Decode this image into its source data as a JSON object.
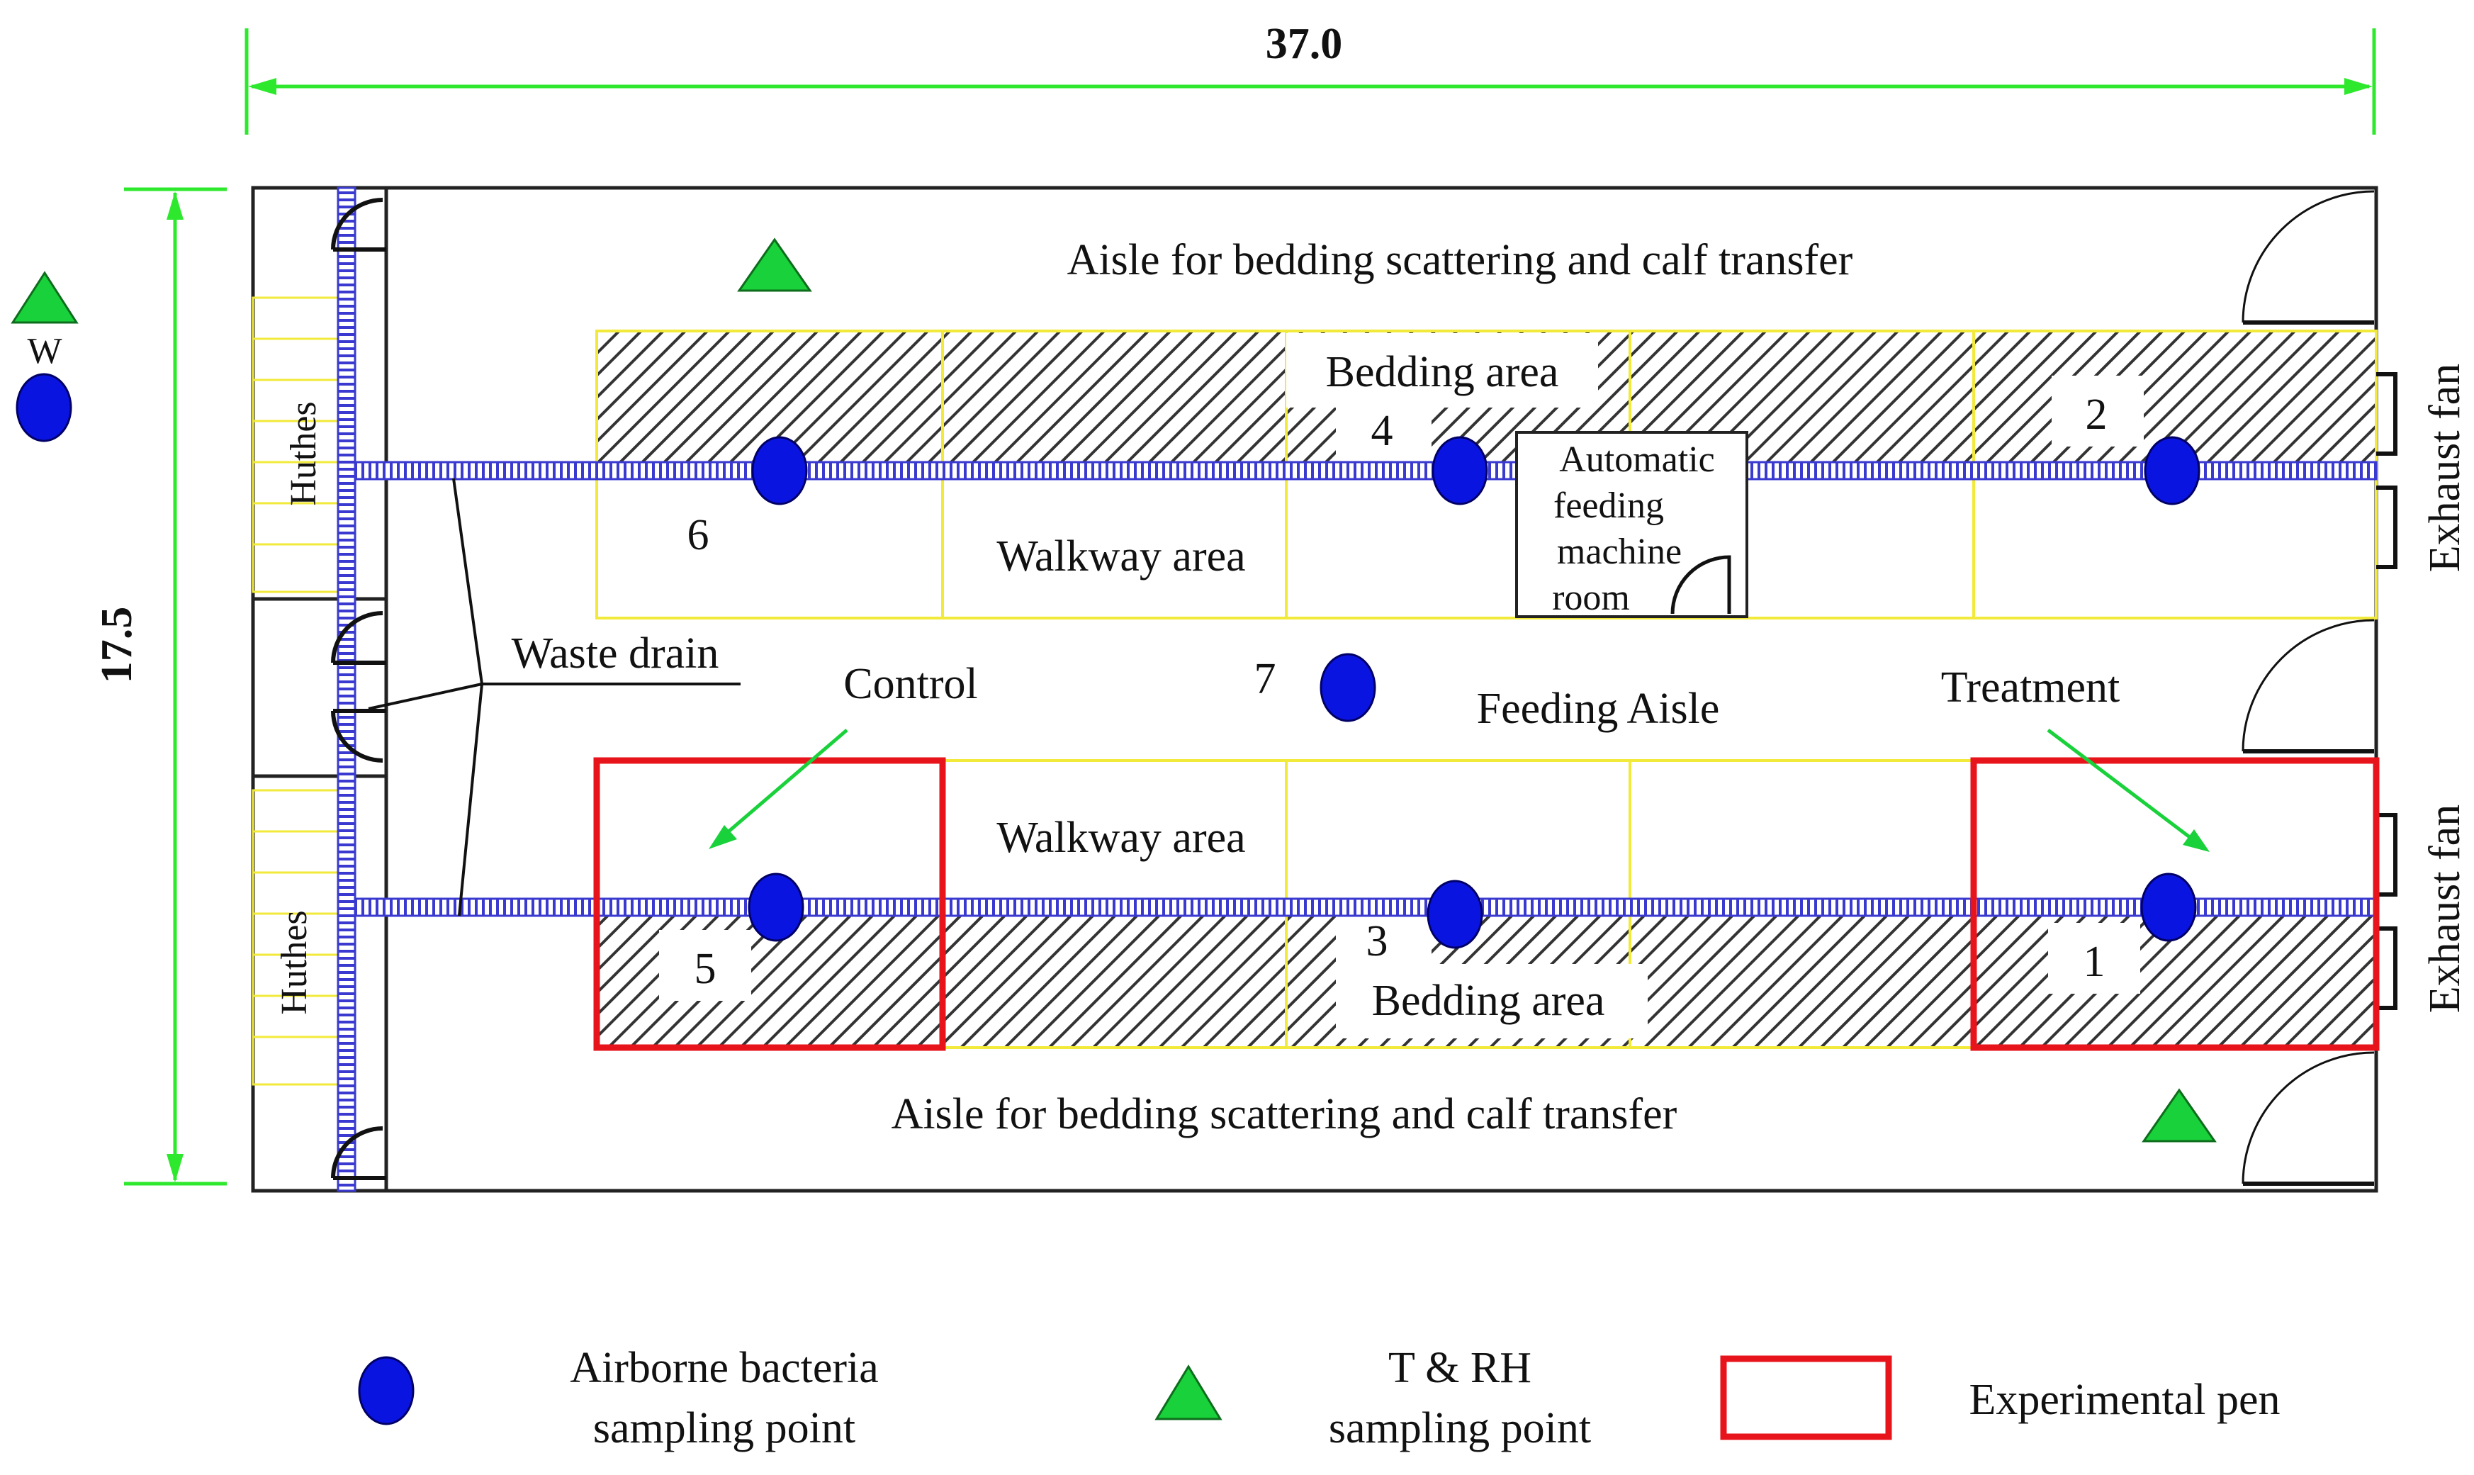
{
  "dimensions": {
    "width": "37.0",
    "height": "17.5"
  },
  "aisles": {
    "top": "Aisle for bedding scattering and calf transfer",
    "bottom": "Aisle for bedding scattering and calf transfer",
    "feeding": "Feeding Aisle"
  },
  "areas": {
    "bedding_top": "Bedding area",
    "bedding_bottom": "Bedding area",
    "walkway_top": "Walkway area",
    "walkway_bottom": "Walkway area",
    "hutches_top": "Huthes",
    "hutches_bottom": "Huthes",
    "machine_room": [
      "Automatic",
      "feeding",
      "machine",
      "room"
    ],
    "waste_drain": "Waste drain",
    "exhaust_fan_top": "Exhaust fan",
    "exhaust_fan_bottom": "Exhaust fan"
  },
  "pens": {
    "control": "Control",
    "treatment": "Treatment"
  },
  "sampling_points": {
    "p1": "1",
    "p2": "2",
    "p3": "3",
    "p4": "4",
    "p5": "5",
    "p6": "6",
    "p7": "7",
    "w": "W"
  },
  "legend": {
    "airborne": [
      "Airborne bacteria",
      "sampling point"
    ],
    "trh": [
      "T & RH",
      "sampling point"
    ],
    "pen": "Experimental pen"
  },
  "colors": {
    "sampling_point": "#0a14e0",
    "trh_marker": "#19d13a",
    "experimental_pen": "#e8141c",
    "dimension_line": "#2ee82e",
    "pen_divider": "#f2ea3a",
    "drain": "#3a3ad0"
  }
}
